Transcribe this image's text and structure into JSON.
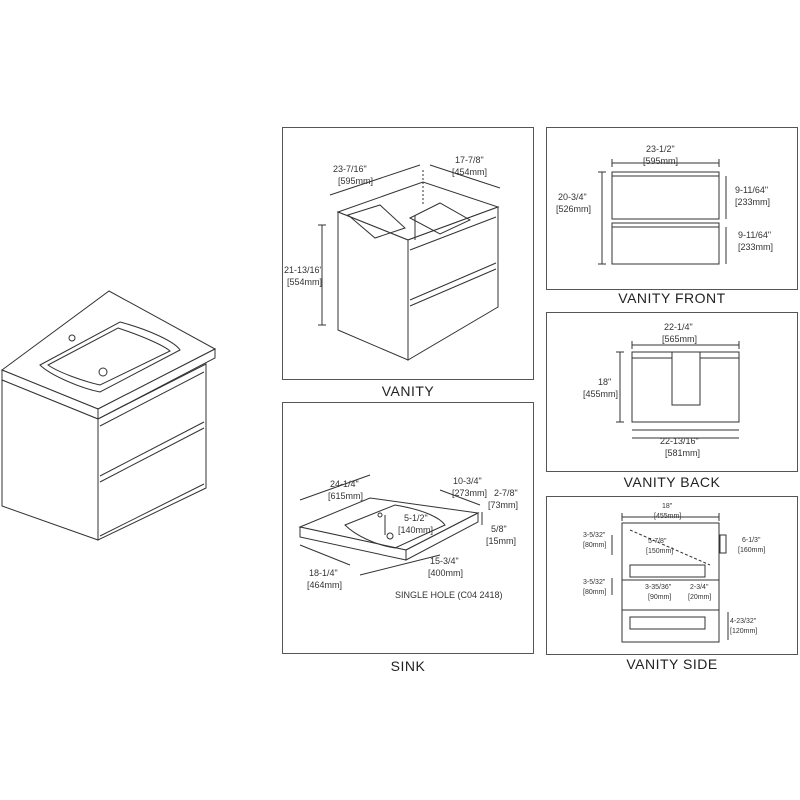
{
  "captions": {
    "vanity": "VANITY",
    "vanity_front": "VANITY FRONT",
    "vanity_back": "VANITY BACK",
    "sink": "SINK",
    "vanity_side": "VANITY SIDE"
  },
  "vanity": {
    "width_in": "23-7/16\"",
    "width_mm": "[595mm]",
    "depth_in": "17-7/8\"",
    "depth_mm": "[454mm]",
    "height_in": "21-13/16\"",
    "height_mm": "[554mm]"
  },
  "vanity_front": {
    "width_in": "23-1/2\"",
    "width_mm": "[595mm]",
    "height_in": "20-3/4\"",
    "height_mm": "[526mm]",
    "drawer1_in": "9-11/64\"",
    "drawer1_mm": "[233mm]",
    "drawer2_in": "9-11/64\"",
    "drawer2_mm": "[233mm]"
  },
  "vanity_back": {
    "top_in": "22-1/4\"",
    "top_mm": "[565mm]",
    "height_in": "18\"",
    "height_mm": "[455mm]",
    "bottom_in": "22-13/16\"",
    "bottom_mm": "[581mm]"
  },
  "sink": {
    "width_in": "24-1/4\"",
    "width_mm": "[615mm]",
    "bowl_w_in": "10-3/4\"",
    "bowl_w_mm": "[273mm]",
    "hole_in": "2-7/8\"",
    "hole_mm": "[73mm]",
    "drain_in": "5-1/2\"",
    "drain_mm": "[140mm]",
    "thick_in": "5/8\"",
    "thick_mm": "[15mm]",
    "bowl_l_in": "15-3/4\"",
    "bowl_l_mm": "[400mm]",
    "depth_in": "18-1/4\"",
    "depth_mm": "[464mm]",
    "note": "SINGLE HOLE (C04 2418)"
  },
  "vanity_side": {
    "depth_in": "18\"",
    "depth_mm": "[455mm]",
    "a_in": "3-5/32\"",
    "a_mm": "[80mm]",
    "b_in": "5-7/8\"",
    "b_mm": "[150mm]",
    "c_in": "6-1/3\"",
    "c_mm": "[160mm]",
    "d_in": "3-5/32\"",
    "d_mm": "[80mm]",
    "e_in": "3-35/36\"",
    "e_mm": "[90mm]",
    "f_in": "2-3/4\"",
    "f_mm": "[20mm]",
    "g_in": "4-23/32\"",
    "g_mm": "[120mm]"
  }
}
